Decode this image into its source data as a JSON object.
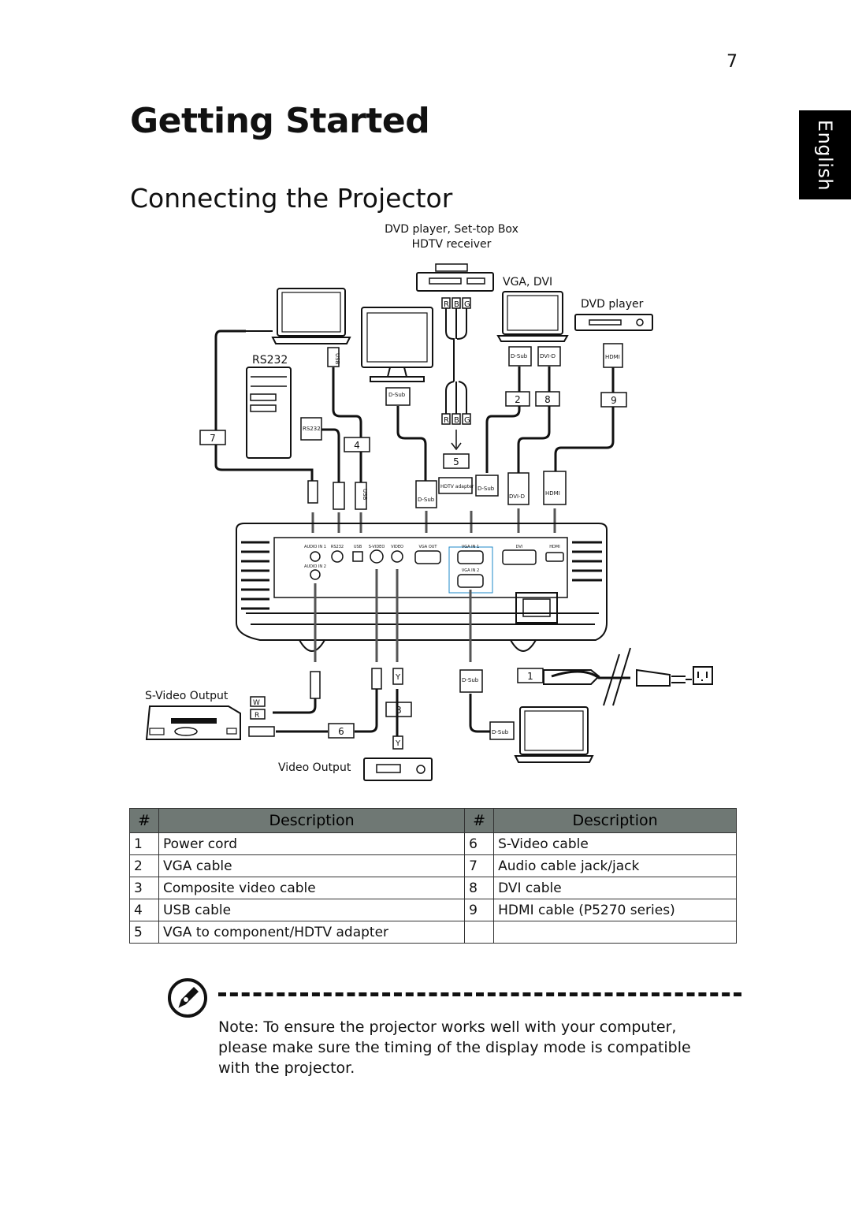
{
  "page_number": "7",
  "language_tab": "English",
  "chapter_title": "Getting Started",
  "section_title": "Connecting the Projector",
  "diagram": {
    "source_label_1": "DVD player, Set-top Box",
    "source_label_2": "HDTV receiver",
    "vga_dvi_label": "VGA, DVI",
    "dvd_player_label": "DVD player",
    "rs232_label": "RS232",
    "svideo_output_label": "S-Video Output",
    "video_output_label": "Video Output",
    "connector_dsub": "D-Sub",
    "connector_dvid": "DVI-D",
    "connector_hdmi": "HDMI",
    "connector_usb": "USB",
    "connector_rs232": "RS232",
    "connector_hdtv_adapter": "HDTV adapter",
    "rgb_r": "R",
    "rgb_g": "G",
    "rgb_b": "B",
    "y_label": "Y",
    "w_label": "W",
    "port_audio_in1": "AUDIO IN 1",
    "port_audio_in2": "AUDIO IN 2",
    "port_rs232": "RS232",
    "port_usb": "USB",
    "port_svideo": "S-VIDEO",
    "port_video": "VIDEO",
    "port_vga_out": "VGA OUT",
    "port_vga_in1": "VGA IN 1",
    "port_vga_in2": "VGA IN 2",
    "port_dvi": "DVI",
    "port_hdmi": "HDMI",
    "callouts": [
      "1",
      "2",
      "3",
      "4",
      "5",
      "6",
      "7",
      "8",
      "9"
    ]
  },
  "table": {
    "headers": [
      "#",
      "Description",
      "#",
      "Description"
    ],
    "rows": [
      {
        "n1": "1",
        "d1": "Power cord",
        "n2": "6",
        "d2": "S-Video cable"
      },
      {
        "n1": "2",
        "d1": "VGA cable",
        "n2": "7",
        "d2": "Audio cable jack/jack"
      },
      {
        "n1": "3",
        "d1": "Composite video cable",
        "n2": "8",
        "d2": "DVI cable"
      },
      {
        "n1": "4",
        "d1": "USB cable",
        "n2": "9",
        "d2": "HDMI cable (P5270 series)"
      },
      {
        "n1": "5",
        "d1": "VGA to component/HDTV adapter",
        "n2": "",
        "d2": ""
      }
    ]
  },
  "note": {
    "label": "Note",
    "text": ": To ensure the projector works well with your computer, please make sure the timing of the display mode is compatible with the projector."
  }
}
